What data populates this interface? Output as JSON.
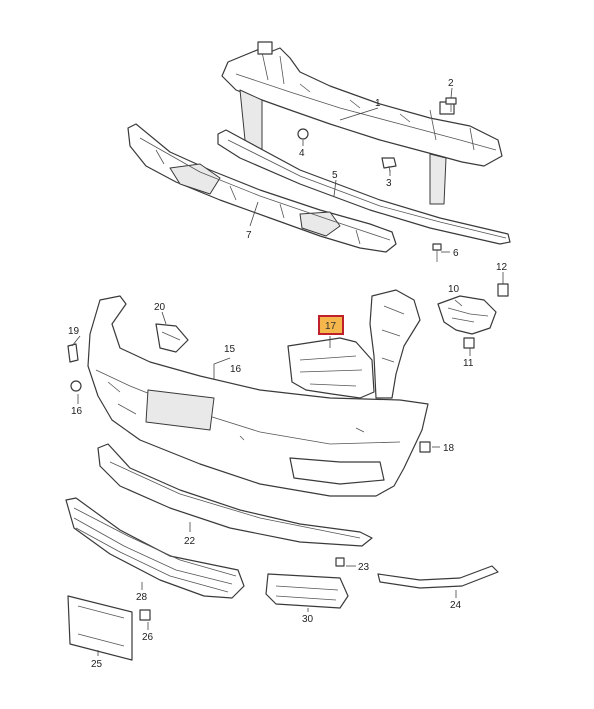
{
  "diagram": {
    "highlight_color": "#f5b64c",
    "highlight_border": "#c0202a",
    "line_color": "#3a3a3a",
    "callouts": {
      "c1": "1",
      "c2": "2",
      "c3": "3",
      "c4": "4",
      "c5": "5",
      "c6": "6",
      "c7": "7",
      "c10": "10",
      "c11": "11",
      "c12": "12",
      "c15": "15",
      "c16a": "16",
      "c16b": "16",
      "c17": "17",
      "c18": "18",
      "c19": "19",
      "c20": "20",
      "c22": "22",
      "c23": "23",
      "c24": "24",
      "c25": "25",
      "c26": "26",
      "c28": "28",
      "c30": "30"
    },
    "highlighted_part": "17"
  }
}
